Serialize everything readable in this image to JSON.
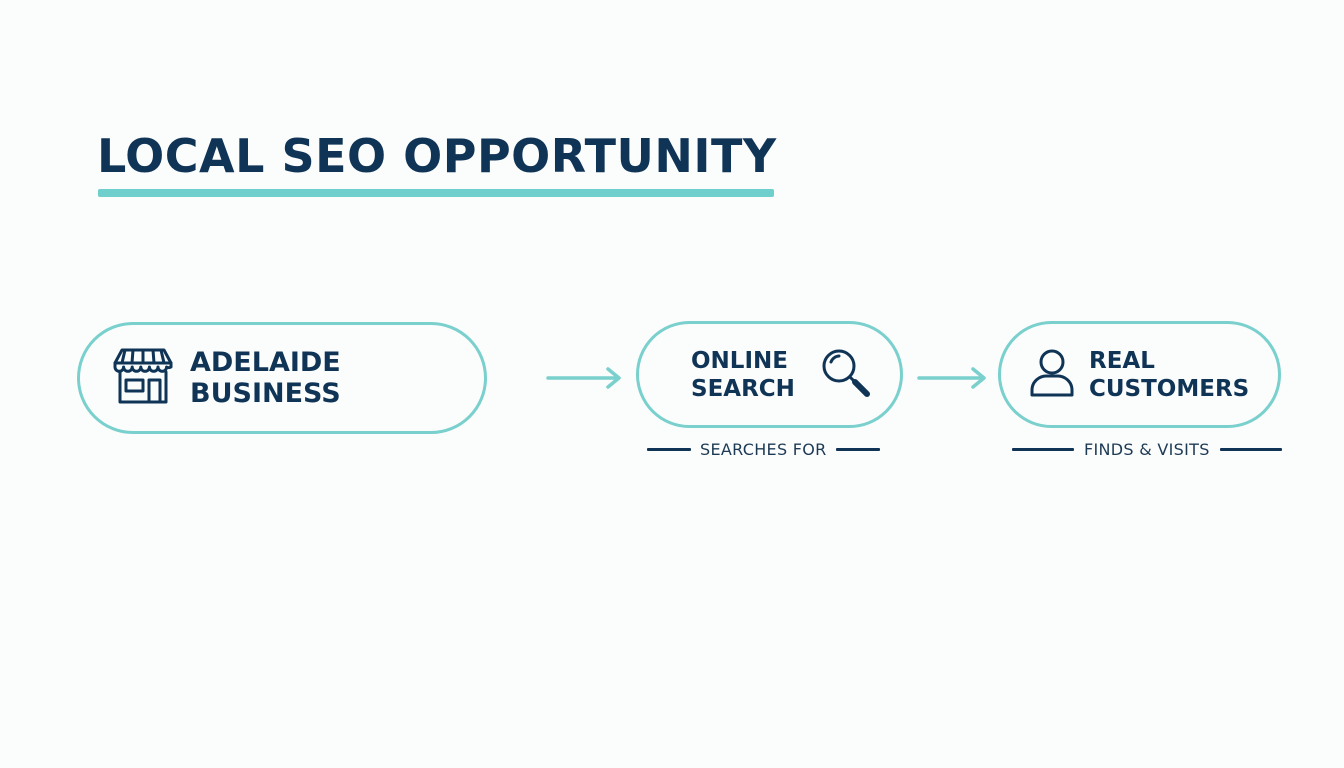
{
  "title": "LOCAL SEO OPPORTUNITY",
  "colors": {
    "navy": "#0f3456",
    "teal": "#79d0cd",
    "background": "#fbfcfc"
  },
  "nodes": [
    {
      "line1": "ADELAIDE",
      "line2": "BUSINESS",
      "icon": "storefront-icon"
    },
    {
      "line1": "ONLINE",
      "line2": "SEARCH",
      "icon": "magnifier-icon"
    },
    {
      "line1": "REAL",
      "line2": "CUSTOMERS",
      "icon": "person-icon"
    }
  ],
  "edges": [
    {
      "from": 0,
      "to": 1,
      "label": ""
    },
    {
      "from": 1,
      "to": 2,
      "label": ""
    }
  ],
  "edge_labels": [
    "SEARCHES FOR",
    "FINDS & VISITS"
  ]
}
